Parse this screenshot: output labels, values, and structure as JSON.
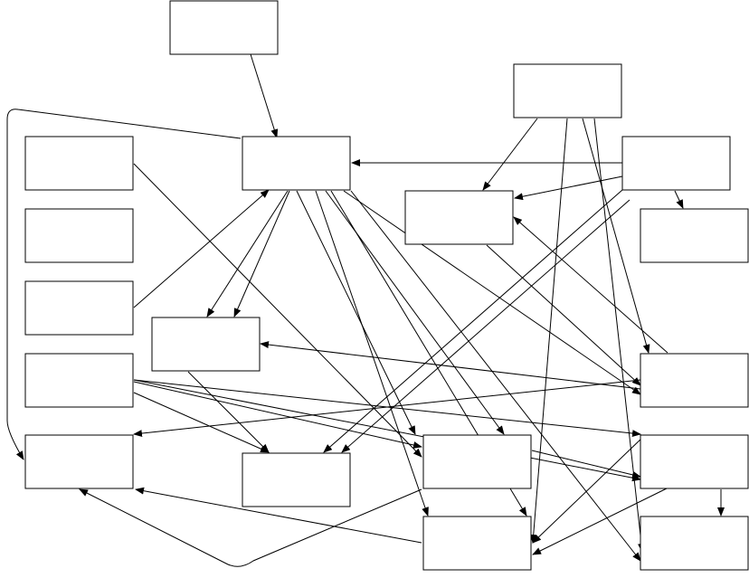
{
  "diagram": {
    "line_color": "#000000",
    "box_fill": "#ffffff",
    "nodes": [
      {
        "id": "top-box",
        "label": ""
      },
      {
        "id": "right-top-box",
        "label": ""
      },
      {
        "id": "center-hub-box",
        "label": ""
      },
      {
        "id": "left-box-1",
        "label": ""
      },
      {
        "id": "left-box-2",
        "label": ""
      },
      {
        "id": "left-box-3",
        "label": ""
      },
      {
        "id": "left-box-4",
        "label": ""
      },
      {
        "id": "left-box-5",
        "label": ""
      },
      {
        "id": "mid-upper-box",
        "label": ""
      },
      {
        "id": "mid-left-box",
        "label": ""
      },
      {
        "id": "bottom-center-box",
        "label": ""
      },
      {
        "id": "right-box-1",
        "label": ""
      },
      {
        "id": "right-box-2",
        "label": ""
      },
      {
        "id": "right-box-3",
        "label": ""
      },
      {
        "id": "right-box-4",
        "label": ""
      },
      {
        "id": "right-box-5",
        "label": ""
      },
      {
        "id": "center-box-1",
        "label": ""
      },
      {
        "id": "center-box-2",
        "label": ""
      }
    ],
    "edges": [
      {
        "from": "top-box",
        "to": "center-hub-box"
      },
      {
        "from": "center-hub-box",
        "to": "left-box-5"
      },
      {
        "from": "center-hub-box",
        "to": "mid-left-box"
      },
      {
        "from": "center-hub-box",
        "to": "mid-left-box"
      },
      {
        "from": "center-hub-box",
        "to": "center-box-1"
      },
      {
        "from": "center-hub-box",
        "to": "center-box-2"
      },
      {
        "from": "center-hub-box",
        "to": "center-box-1"
      },
      {
        "from": "center-hub-box",
        "to": "center-box-2"
      },
      {
        "from": "center-hub-box",
        "to": "right-box-3"
      },
      {
        "from": "center-hub-box",
        "to": "right-box-5"
      },
      {
        "from": "left-box-3",
        "to": "center-hub-box"
      },
      {
        "from": "left-box-1",
        "to": "center-box-1"
      },
      {
        "from": "left-box-4",
        "to": "bottom-center-box"
      },
      {
        "from": "left-box-4",
        "to": "center-box-1"
      },
      {
        "from": "left-box-4",
        "to": "right-box-4"
      },
      {
        "from": "left-box-4",
        "to": "right-box-3"
      },
      {
        "from": "mid-left-box",
        "to": "bottom-center-box"
      },
      {
        "from": "right-top-box",
        "to": "mid-upper-box"
      },
      {
        "from": "right-top-box",
        "to": "center-box-2"
      },
      {
        "from": "right-top-box",
        "to": "right-box-3"
      },
      {
        "from": "right-top-box",
        "to": "right-box-5"
      },
      {
        "from": "right-box-1",
        "to": "center-hub-box"
      },
      {
        "from": "right-box-1",
        "to": "mid-upper-box"
      },
      {
        "from": "right-box-1",
        "to": "right-box-2"
      },
      {
        "from": "right-box-1",
        "to": "bottom-center-box"
      },
      {
        "from": "right-box-1",
        "to": "bottom-center-box"
      },
      {
        "from": "mid-upper-box",
        "to": "right-box-3"
      },
      {
        "from": "right-box-3",
        "to": "mid-upper-box"
      },
      {
        "from": "right-box-3",
        "to": "mid-left-box"
      },
      {
        "from": "right-box-3",
        "to": "left-box-5"
      },
      {
        "from": "right-box-4",
        "to": "center-box-2"
      },
      {
        "from": "right-box-4",
        "to": "center-box-2"
      },
      {
        "from": "right-box-4",
        "to": "right-box-5"
      },
      {
        "from": "center-box-1",
        "to": "right-box-4"
      },
      {
        "from": "center-box-1",
        "to": "left-box-5"
      },
      {
        "from": "center-box-2",
        "to": "left-box-4"
      }
    ]
  }
}
